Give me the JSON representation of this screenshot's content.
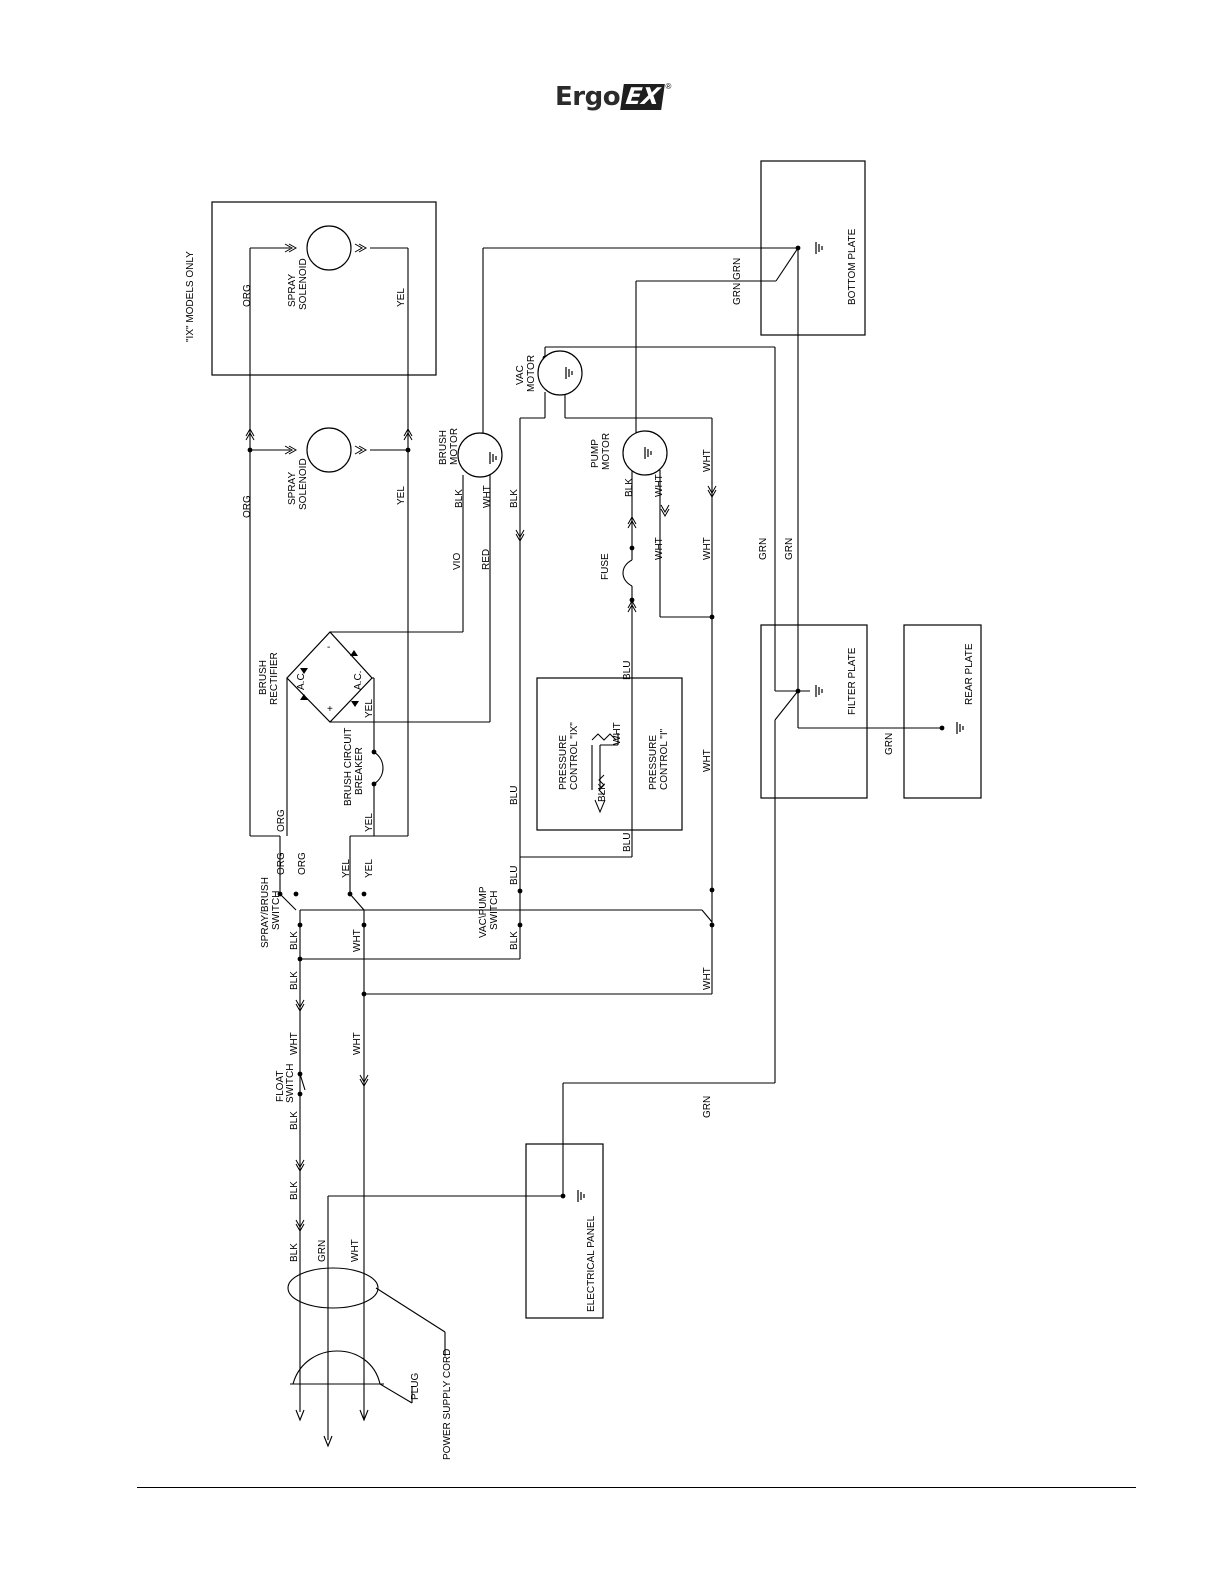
{
  "header": {
    "logo_text": "Ergo",
    "logo_badge": "EX",
    "logo_reg": "®"
  },
  "plates": {
    "bottom": "BOTTOM PLATE",
    "filter": "FILTER PLATE",
    "rear": "REAR PLATE",
    "electrical": "ELECTRICAL PANEL",
    "ix_only": "\"IX\" MODELS ONLY"
  },
  "components": {
    "spray_solenoid_1": "SPRAY",
    "spray_solenoid_2": "SOLENOID",
    "brush_motor_1": "BRUSH",
    "brush_motor_2": "MOTOR",
    "vac_motor_1": "VAC",
    "vac_motor_2": "MOTOR",
    "pump_motor_1": "PUMP",
    "pump_motor_2": "MOTOR",
    "fuse": "FUSE",
    "rectifier_1": "BRUSH",
    "rectifier_2": "RECTIFIER",
    "breaker_1": "BRUSH CIRCUIT",
    "breaker_2": "BREAKER",
    "pc_ix_1": "PRESSURE",
    "pc_ix_2": "CONTROL \"IX\"",
    "pc_i_1": "PRESSURE",
    "pc_i_2": "CONTROL \"I\"",
    "spray_switch_1": "SPRAY/BRUSH",
    "spray_switch_2": "SWITCH",
    "vac_switch_1": "VAC\\PUMP",
    "vac_switch_2": "SWITCH",
    "float_switch_1": "FLOAT",
    "float_switch_2": "SWITCH",
    "cord": "POWER SUPPLY CORD",
    "plug": "PLUG",
    "ac": "A.C.",
    "minus": "-",
    "plus": "+"
  },
  "wires": {
    "org": "ORG",
    "yel": "YEL",
    "blk": "BLK",
    "wht": "WHT",
    "vio": "VIO",
    "red": "RED",
    "grn": "GRN",
    "blu": "BLU",
    "grn_grn": "GRN GRN"
  },
  "colors": {
    "ink": "#000000",
    "paper": "#ffffff"
  }
}
